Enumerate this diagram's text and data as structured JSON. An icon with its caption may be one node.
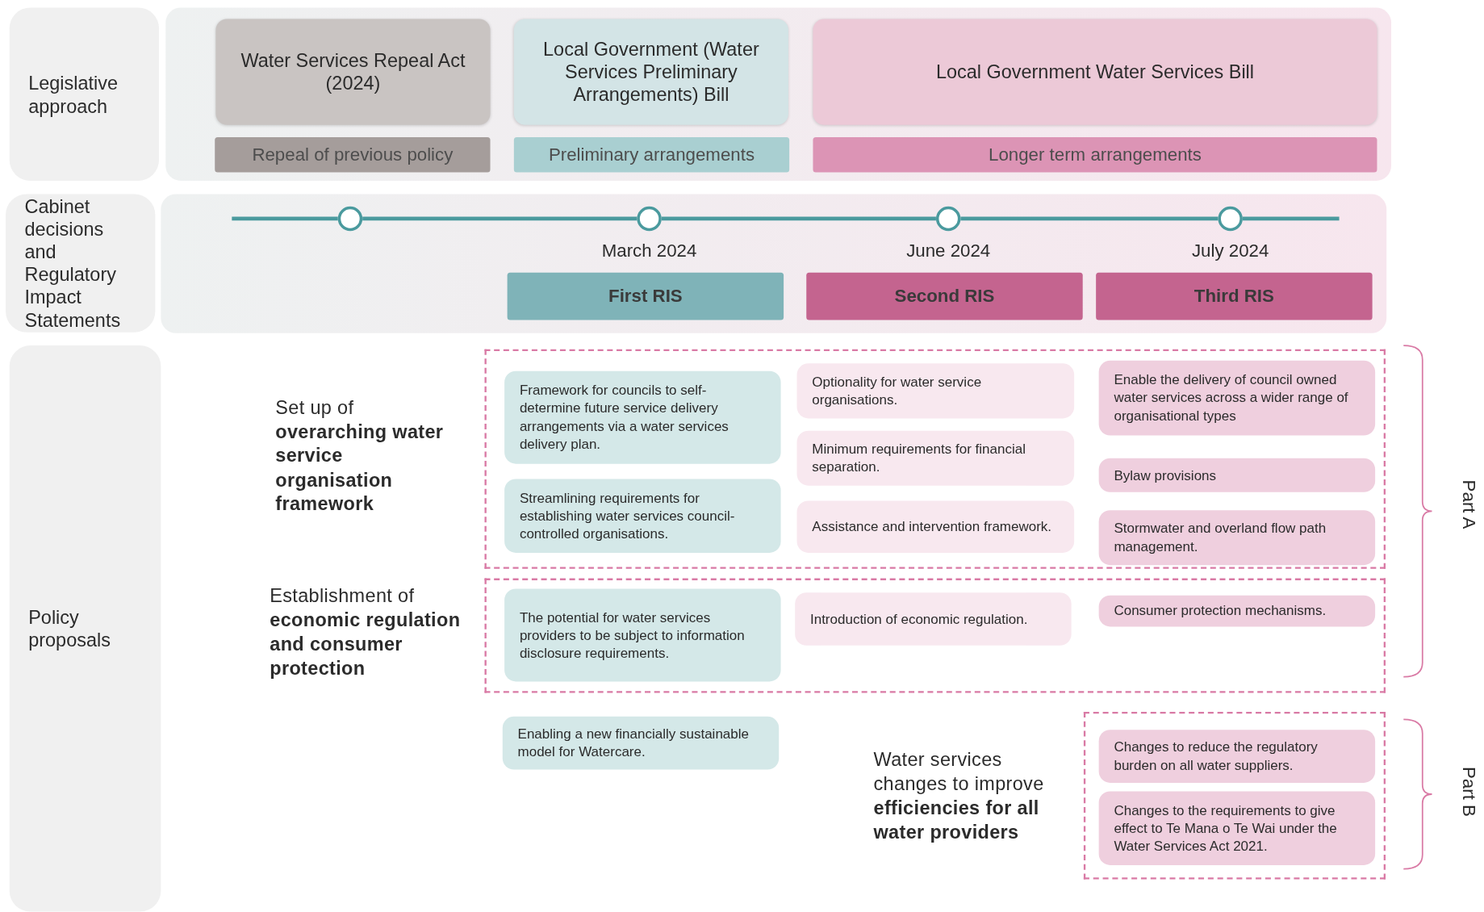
{
  "diagram": {
    "nodes": [
      {
        "text": [
          "Legislative approach"
        ]
      },
      {
        "text": [
          "Water Services Repeal Act (2024)"
        ]
      },
      {
        "text": [
          "Local Government (Water Services Preliminary Arrangements) Bill"
        ]
      },
      {
        "text": [
          "Local Government Water Services Bill"
        ]
      },
      {
        "text": [
          "Repeal of previous policy"
        ]
      },
      {
        "text": [
          "Preliminary arrangements"
        ]
      },
      {
        "text": [
          "Longer term arrangements"
        ]
      },
      {
        "text": [
          "Cabinet decisions and Regulatory Impact Statements"
        ]
      },
      {
        "text": [],
        "shape": "circle"
      },
      {
        "text": [],
        "shape": "circle",
        "beside": [
          "March 2024"
        ]
      },
      {
        "text": [],
        "shape": "circle",
        "beside": [
          "June 2024"
        ]
      },
      {
        "text": [],
        "shape": "circle",
        "beside": [
          "July 2024"
        ]
      },
      {
        "text": [
          "First RIS"
        ]
      },
      {
        "text": [
          "Second RIS"
        ]
      },
      {
        "text": [
          "Third RIS"
        ]
      },
      {
        "text": [
          "Policy proposals"
        ]
      },
      {
        "text": [],
        "shape": "box"
      },
      {
        "text": [
          "Framework for councils to self-determine future service delivery arrangements via a water services delivery plan."
        ],
        "in": 16
      },
      {
        "text": [
          "Optionality for water service organisations."
        ],
        "in": 16
      },
      {
        "text": [
          "Enable the delivery of council owned water services across a wider range of organisational types"
        ],
        "in": 16
      },
      {
        "text": [
          "Minimum requirements for financial separation."
        ],
        "in": 16
      },
      {
        "text": [
          "Bylaw provisions"
        ],
        "in": 16
      },
      {
        "text": [
          "Streamlining requirements for establishing water services council-controlled organisations."
        ],
        "in": 16
      },
      {
        "text": [
          "Assistance and intervention framework."
        ],
        "in": 16
      },
      {
        "text": [
          "Stormwater and overland flow path management."
        ],
        "in": 16
      },
      {
        "text": [],
        "shape": "box"
      },
      {
        "text": [
          "The potential for water services providers to be subject to information disclosure requirements."
        ],
        "in": 25
      },
      {
        "text": [
          "Introduction of economic regulation."
        ],
        "in": 25
      },
      {
        "text": [
          "Consumer protection mechanisms."
        ],
        "in": 25
      },
      {
        "text": [
          "Enabling a new financially sustainable model for Watercare."
        ]
      },
      {
        "text": [],
        "shape": "box"
      },
      {
        "text": [
          "Changes to reduce the regulatory burden on all water suppliers."
        ],
        "in": 30
      },
      {
        "text": [
          "Changes to the requirements to give effect to Te Mana o Te Wai under the Water Services Act 2021."
        ],
        "in": 30
      }
    ],
    "edges": [
      {
        "from": null,
        "to": 8,
        "arrow": "none"
      },
      {
        "from": 8,
        "to": 9,
        "arrow": "none"
      },
      {
        "from": 9,
        "to": 10,
        "arrow": "none"
      },
      {
        "from": 10,
        "to": 11,
        "arrow": "none"
      },
      {
        "from": 11,
        "to": null,
        "arrow": "none"
      }
    ],
    "labels": [
      "Set up of **overarching water service organisation framework**",
      "Part A",
      "Establishment of **economic regulation and consumer protection**",
      "Water services changes to improve **efficiencies for all water providers**",
      "Part B"
    ]
  }
}
